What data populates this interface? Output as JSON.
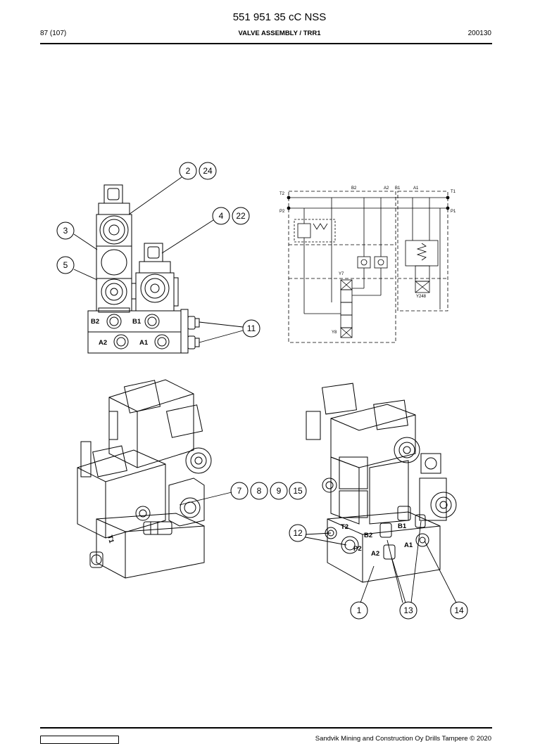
{
  "header": {
    "doc_number": "551 951 35 cC NSS",
    "page": "87 (107)",
    "title": "VALVE ASSEMBLY / TRR1",
    "date": "200130"
  },
  "footer": {
    "copyright": "Sandvik Mining and Construction Oy Drills Tampere © 2020"
  },
  "callouts": [
    "2",
    "24",
    "4",
    "22",
    "3",
    "5",
    "11",
    "7",
    "8",
    "9",
    "15",
    "12",
    "1",
    "13",
    "14"
  ],
  "top_ports": {
    "b2": "B2",
    "b1": "B1",
    "a2": "A2",
    "a1": "A1"
  },
  "iso_ports": {
    "t2": "T2",
    "p2": "P2",
    "b2": "B2",
    "b1": "B1",
    "a2": "A2",
    "a1": "A1",
    "t1": "T1"
  },
  "schematic": {
    "t2": "T2",
    "p2": "P2",
    "b2": "B2",
    "a2": "A2",
    "b1": "B1",
    "a1": "A1",
    "t1": "T1",
    "p1": "P1",
    "y7": "Y7",
    "y8": "Y8",
    "y248": "Y248"
  }
}
